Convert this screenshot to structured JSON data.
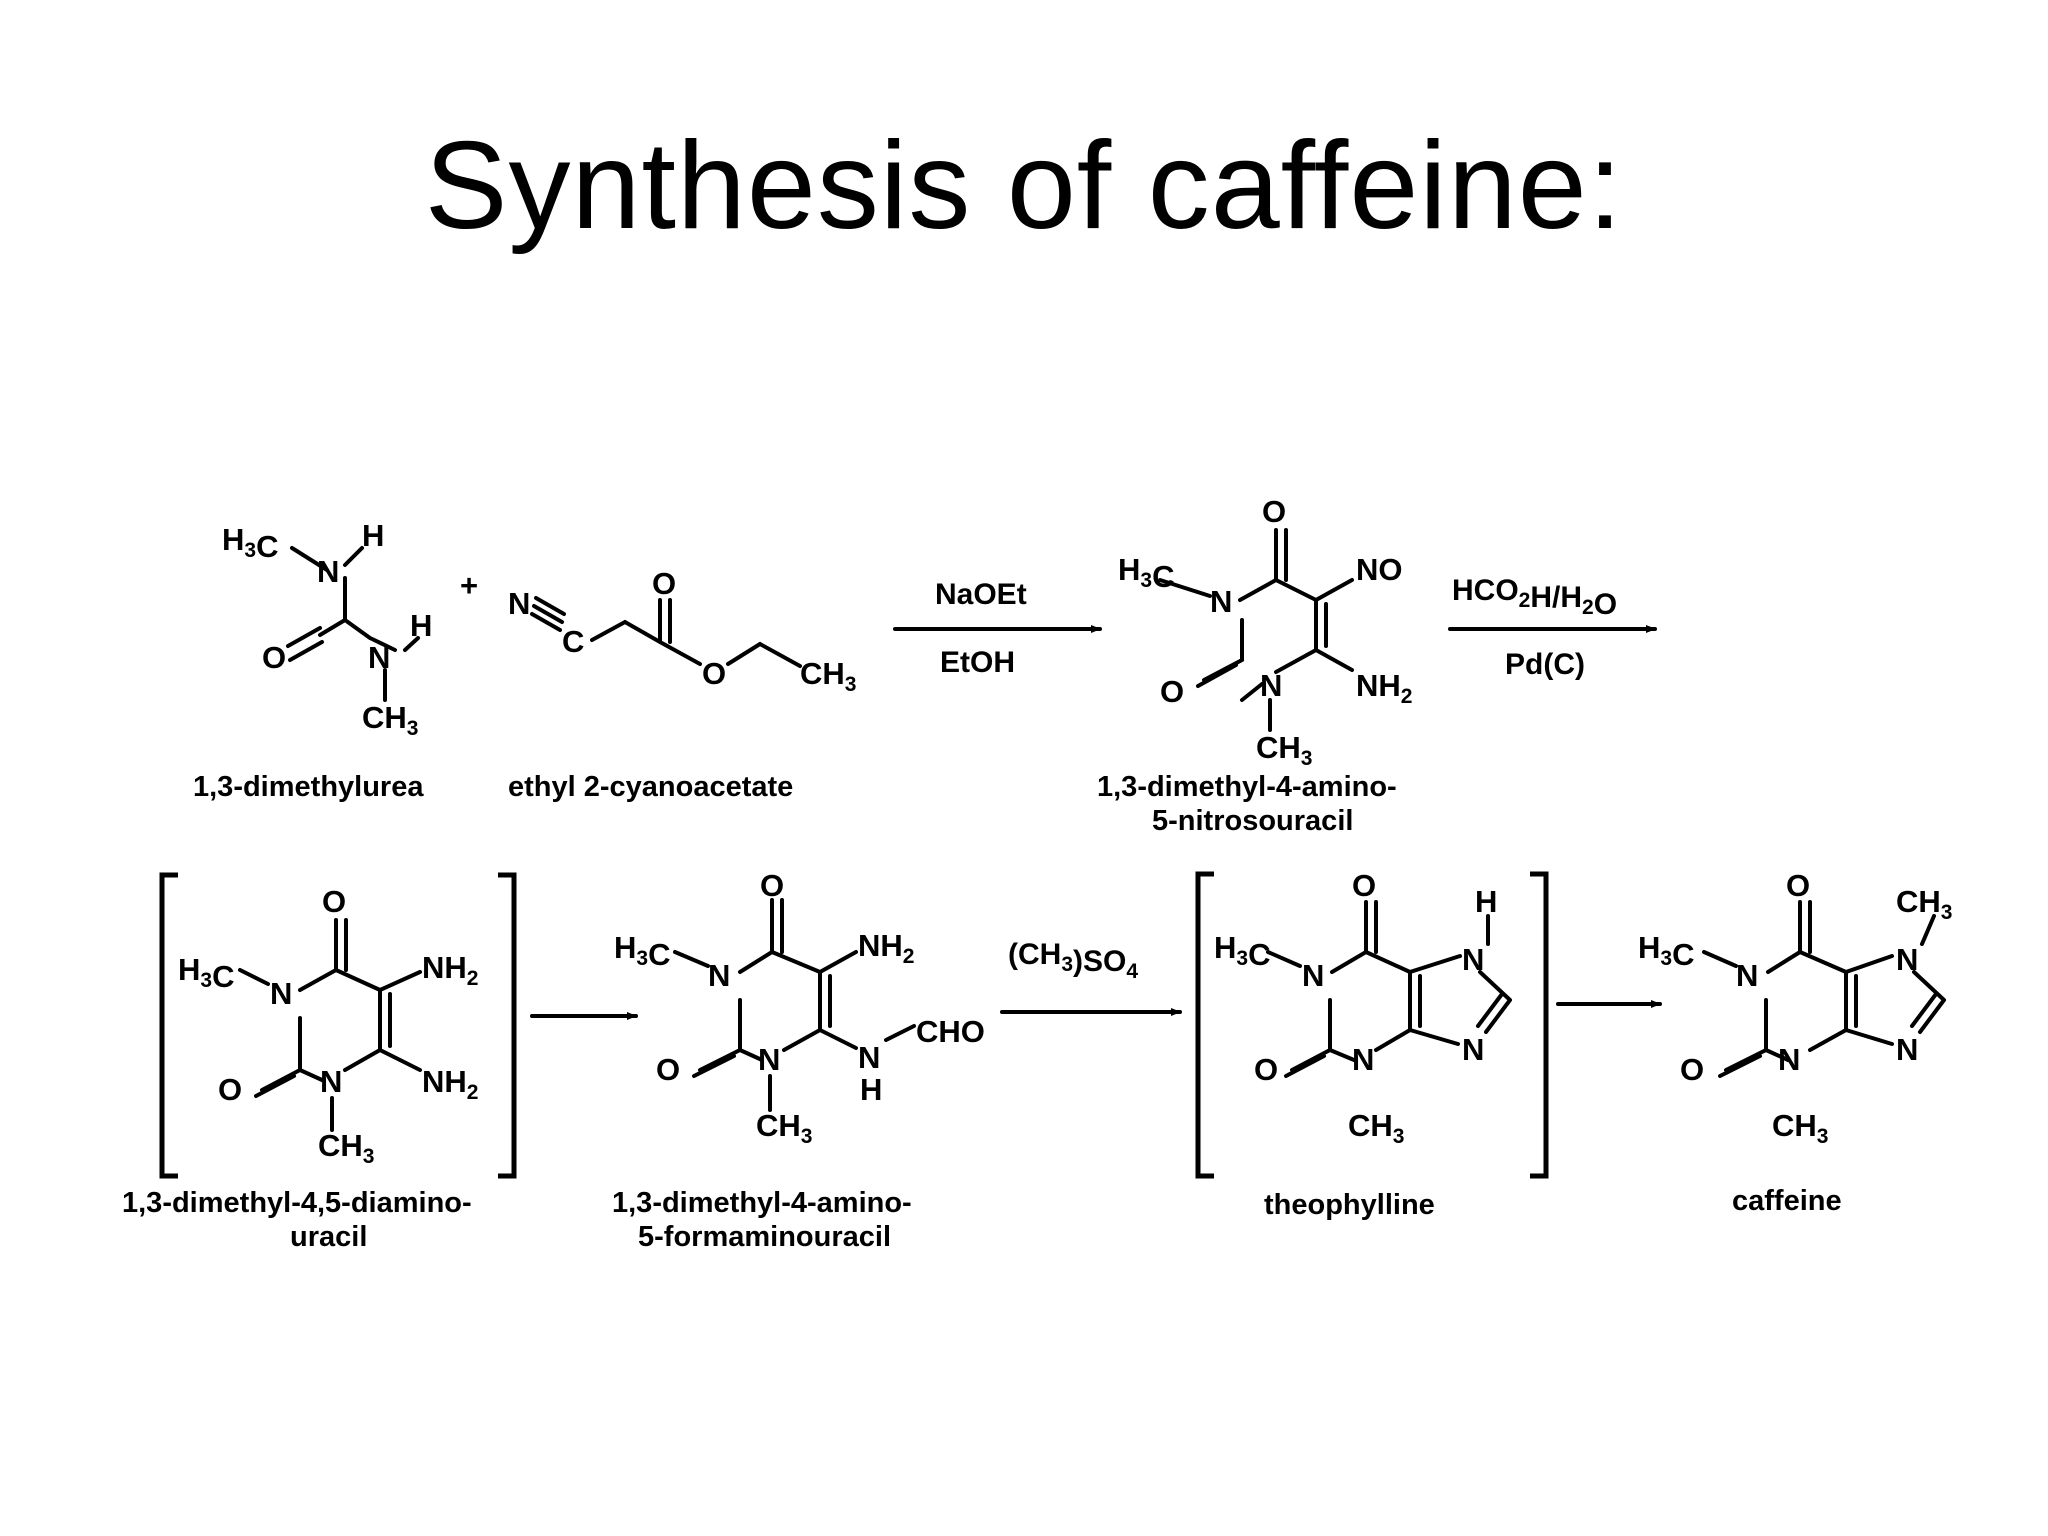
{
  "title": "Synthesis of caffeine:",
  "atoms": {
    "H3C": "H3C",
    "CH3": "CH3",
    "N": "N",
    "H": "H",
    "O": "O",
    "NH2": "NH2",
    "NO": "NO",
    "CHO": "CHO",
    "plus": "+"
  },
  "reagents": {
    "step1_top": "NaOEt",
    "step1_bottom": "EtOH",
    "step2_top": "HCO2H/H2O",
    "step2_bottom": "Pd(C)",
    "step4_top": "(CH3)SO4"
  },
  "compounds": {
    "dimethylurea": "1,3-dimethylurea",
    "cyanoacetate": "ethyl 2-cyanoacetate",
    "nitrosouracil_line1": "1,3-dimethyl-4-amino-",
    "nitrosouracil_line2": "5-nitrosouracil",
    "diaminouracil_line1": "1,3-dimethyl-4,5-diamino-",
    "diaminouracil_line2": "uracil",
    "formaminouracil_line1": "1,3-dimethyl-4-amino-",
    "formaminouracil_line2": "5-formaminouracil",
    "theophylline": "theophylline",
    "caffeine": "caffeine"
  }
}
